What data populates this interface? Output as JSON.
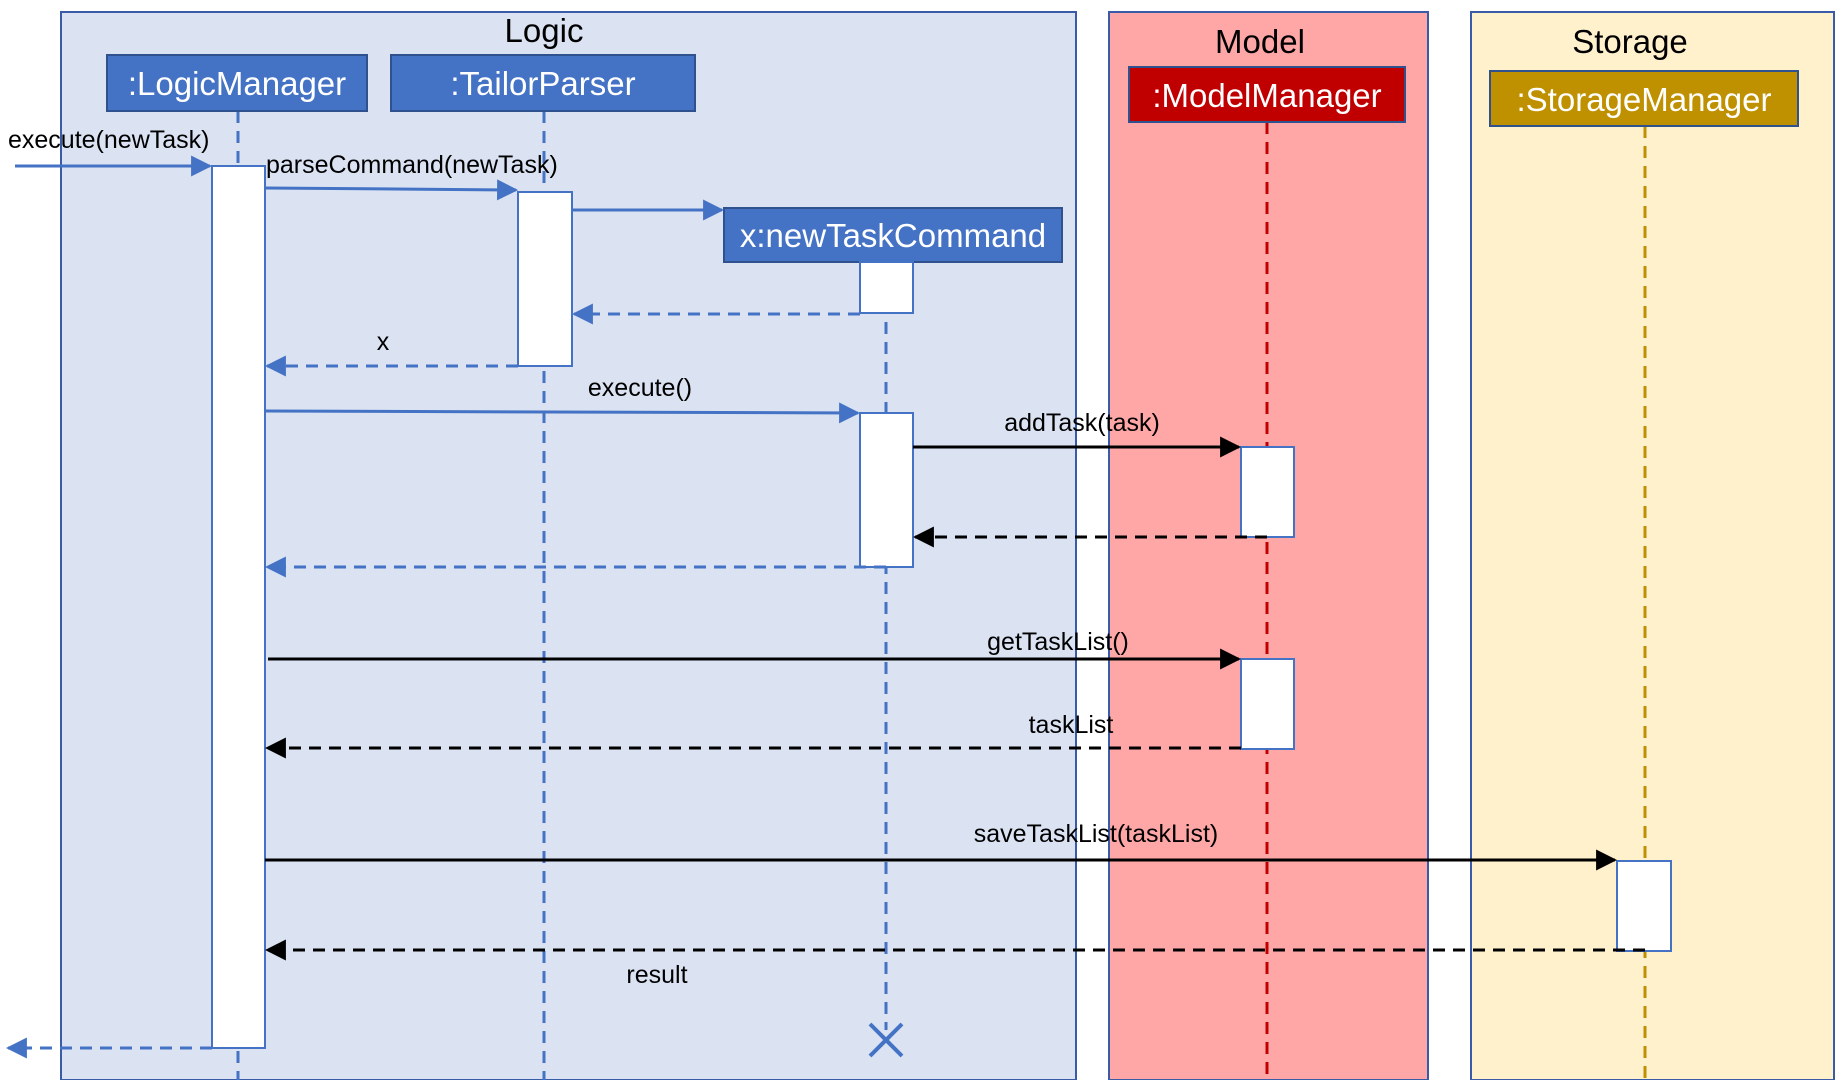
{
  "frames": {
    "logic": {
      "title": "Logic",
      "fill": "#dbe3f3",
      "stroke": "#3a5ba8"
    },
    "model": {
      "title": "Model",
      "fill": "#ffa7a7",
      "stroke": "#3a5ba8"
    },
    "storage": {
      "title": "Storage",
      "fill": "#fff1cc",
      "stroke": "#3a5ba8"
    }
  },
  "lifelines": {
    "logic_manager": {
      "label": ":LogicManager",
      "color": "#4472c4"
    },
    "tailor_parser": {
      "label": ":TailorParser",
      "color": "#4472c4"
    },
    "new_task_command": {
      "label": "x:newTaskCommand",
      "color": "#4472c4"
    },
    "model_manager": {
      "label": ":ModelManager",
      "color": "#c00000"
    },
    "storage_manager": {
      "label": ":StorageManager",
      "color": "#bf9000"
    }
  },
  "messages": {
    "execute_new_task": "execute(newTask)",
    "parse_command": "parseCommand(newTask)",
    "return_x": "x",
    "execute": "execute()",
    "add_task": "addTask(task)",
    "get_task_list": "getTaskList()",
    "task_list": "taskList",
    "save_task_list": "saveTaskList(taskList)",
    "result": "result"
  },
  "colors": {
    "logic_arrow": "#4472c4",
    "model_arrow": "#000000",
    "activation_fill": "#ffffff"
  }
}
